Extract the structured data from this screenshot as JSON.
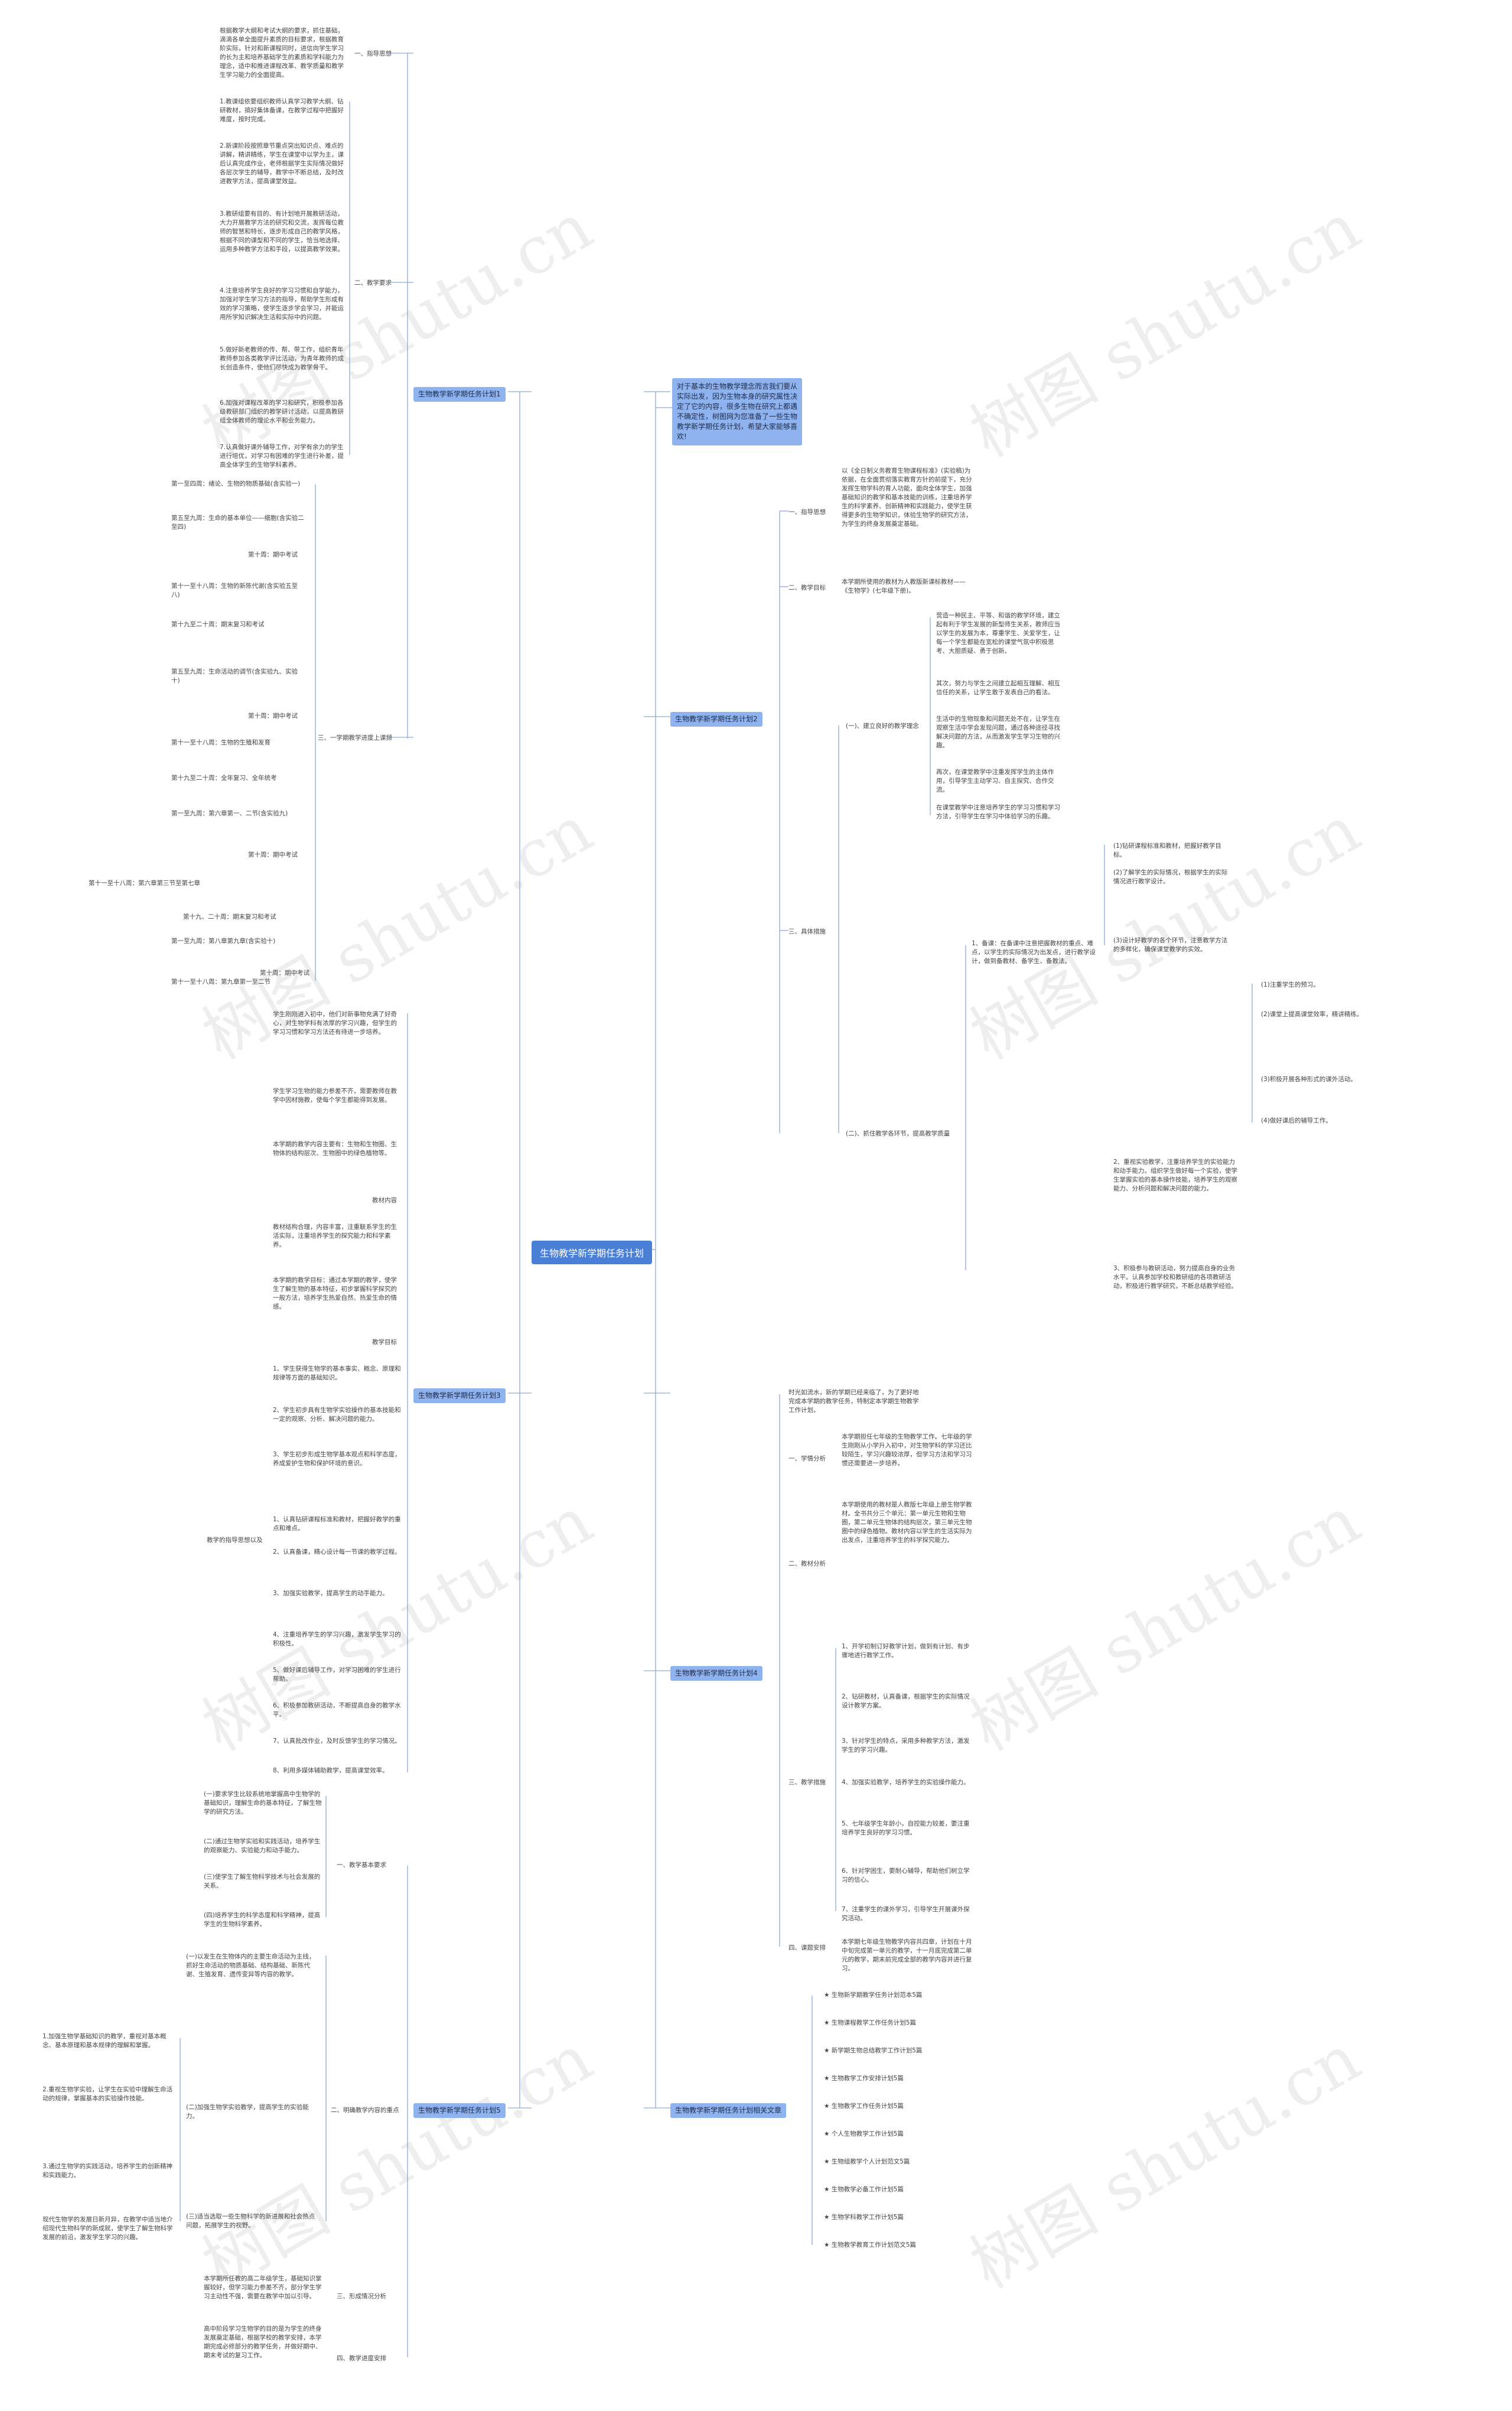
{
  "root": "生物教学新学期任务计划",
  "intro": "对于基本的生物教学理念而言我们要从实际出发，因为生物本身的研究属性决定了它的内容，很多生物在研究上都遇不确定性，树图网为您准备了一些生物教学新学期任务计划，希望大家能够喜欢!",
  "watermark": "树图 shutu.cn",
  "plan1": {
    "title": "生物教学新学期任务计划1",
    "items": [
      {
        "label": "一、指导思想",
        "text": "根据教学大纲和考试大纲的要求，抓住基础，滴滴各单全面提升素质的目标要求，根据教育阶实际，针对和新课程同时，进信向学生学习的长为主和培养基础学生的素质和学科能力为理念，适中和推进课程改革、教学质量和教学生学习能力的全面提高。"
      },
      {
        "label": "二、教学要求",
        "texts": [
          "1.教课组依要组织教师认真学习教学大纲、钻研教材，搞好集体备课，在教学过程中把握好难度，按时完成。",
          "2.新课阶段按照章节重点突出知识点、难点的讲解，精讲精练，学生在课堂中以学为主，课后认真完成作业，老师根据学生实际情况做好各层次学生的辅导，教学中不断总结，及时改进教学方法，提高课堂效益。",
          "3.教研组要有目的、有计划地开展教研活动，大力开展教学方法的研究和交流，发挥每位教师的智慧和特长，逐步形成自己的教学风格，根据不同的课型和不同的学生，恰当地选择、运用多种教学方法和手段，以提高教学效果。",
          "4.注意培养学生良好的学习习惯和自学能力，加强对学生学习方法的指导，帮助学生形成有效的学习策略，使学生逐步学会学习，并能运用所学知识解决生活和实际中的问题。",
          "5.做好新老教师的传、帮、带工作，组织青年教师参加各类教学评比活动，为青年教师的成长创造条件，使他们尽快成为教学骨干。",
          "6.加强对课程改革的学习和研究，积极参加各级教研部门组织的教学研讨活动，以提高教研组全体教师的理论水平和业务能力。",
          "7.认真做好课外辅导工作，对学有余力的学生进行培优，对学习有困难的学生进行补差，提高全体学生的生物学科素养。"
        ]
      },
      {
        "label": "三、一学期教学进度上课频",
        "schedule": [
          "第一至四周：绪论、生物的物质基础(含实验一)",
          "第五至九周：生命的基本单位——细胞(含实验二至四)",
          "第十周：期中考试",
          "第十一至十八周：生物的新陈代谢(含实验五至八)",
          "第十九至二十周：期末复习和考试",
          "第五至九周：生命活动的调节(含实验九、实验十)",
          "第十周：期中考试",
          "第十一至十八周：生物的生殖和发育",
          "第十九至二十周：全年复习、全年统考",
          "第一至九周：第六章第一、二节(含实验九)",
          "第十周：期中考试",
          "第十一至十八周：第六章第三节至第七章",
          "第十九、二十周：期末复习和考试",
          "第一至九周：第八章第九章(含实验十)",
          "第十周：期中考试",
          "第十一至十八周：第九章第一至二节"
        ]
      }
    ]
  },
  "plan2": {
    "title": "生物教学新学期任务计划2",
    "guide": {
      "label": "一、指导思想",
      "text": "以《全日制义务教育生物课程标准》(实验稿)为依据，在全面贯彻落实教育方针的前提下，充分发挥生物学科的育人功能，面向全体学生，加强基础知识的教学和基本技能的训练，注重培养学生的科学素养、创新精神和实践能力，使学生获得更多的生物学知识，体验生物学的研究方法，为学生的终身发展奠定基础。"
    },
    "material": {
      "label": "二、教学目标",
      "text": "本学期所使用的教材为人教版新课标教材——《生物学》(七年级下册)。"
    },
    "measures": {
      "label": "三、具体措施",
      "sub1": {
        "label": "(一)、建立良好的教学理念",
        "texts": [
          "营造一种民主、平等、和谐的教学环境，建立起有利于学生发展的新型师生关系，教师应当以学生的发展为本，尊重学生、关爱学生，让每一个学生都能在宽松的课堂气氛中积极思考、大胆质疑、勇于创新。",
          "其次，努力与学生之间建立起相互理解、相互信任的关系，让学生敢于发表自己的看法。",
          "生活中的生物现象和问题无处不在，让学生在观察生活中学会发现问题，通过各种途径寻找解决问题的方法，从而激发学生学习生物的兴趣。",
          "再次，在课堂教学中注重发挥学生的主体作用，引导学生主动学习、自主探究、合作交流。",
          "在课堂教学中注意培养学生的学习习惯和学习方法，引导学生在学习中体验学习的乐趣。"
        ]
      },
      "sub2": {
        "label": "(二)、抓住教学各环节，提高教学质量",
        "items": [
          {
            "text": "1、备课：在备课中注意把握教材的重点、难点，以学生的实际情况为出发点，进行教学设计，做到备教材、备学生、备教法。",
            "subs": [
              "(1)钻研课程标准和教材，把握好教学目标。",
              "(2)了解学生的实际情况，根据学生的实际情况进行教学设计。",
              "(3)设计好教学的各个环节，注意教学方法的多样化，确保课堂教学的实效。"
            ]
          },
          {
            "text": "",
            "subs": [
              "(1)注重学生的预习。",
              "(2)课堂上提高课堂效率，精讲精练。",
              "(3)积极开展各种形式的课外活动。",
              "(4)做好课后的辅导工作。"
            ]
          },
          {
            "text": "2、重视实验教学，注重培养学生的实验能力和动手能力。组织学生做好每一个实验，使学生掌握实验的基本操作技能，培养学生的观察能力、分析问题和解决问题的能力。",
            "subs": []
          },
          {
            "text": "3、积极参与教研活动，努力提高自身的业务水平。认真参加学校和教研组的各项教研活动，积极进行教学研究，不断总结教学经验。",
            "subs": []
          }
        ]
      }
    }
  },
  "plan3": {
    "title": "生物教学新学期任务计划3",
    "items": [
      "学生刚刚进入初中，他们对新事物充满了好奇心，对生物学科有浓厚的学习兴趣，但学生的学习习惯和学习方法还有待进一步培养。",
      "学生学习生物的能力参差不齐，需要教师在教学中因材施教，使每个学生都能得到发展。",
      "本学期的教学内容主要有：生物和生物圈、生物体的结构层次、生物圈中的绿色植物等。",
      "教材内容",
      "教材结构合理，内容丰富，注重联系学生的生活实际，注重培养学生的探究能力和科学素养。",
      "本学期的教学目标：通过本学期的教学，使学生了解生物的基本特征，初步掌握科学探究的一般方法，培养学生热爱自然、热爱生命的情感。",
      "教学目标",
      "1、学生获得生物学的基本事实、概念、原理和规律等方面的基础知识。",
      "2、学生初步具有生物学实验操作的基本技能和一定的观察、分析、解决问题的能力。",
      "3、学生初步形成生物学基本观点和科学态度，养成爱护生物和保护环境的意识。"
    ],
    "measures_label": "教学的指导思想以及",
    "measures": [
      "1、认真钻研课程标准和教材，把握好教学的重点和难点。",
      "2、认真备课，精心设计每一节课的教学过程。",
      "3、加强实验教学，提高学生的动手能力。",
      "4、注重培养学生的学习兴趣，激发学生学习的积极性。",
      "5、做好课后辅导工作，对学习困难的学生进行帮助。",
      "6、积极参加教研活动，不断提高自身的教学水平。",
      "7、认真批改作业，及时反馈学生的学习情况。",
      "8、利用多媒体辅助教学，提高课堂效率。"
    ]
  },
  "plan4": {
    "title": "生物教学新学期任务计划4",
    "intro": "时光如流水，新的学期已经来临了，为了更好地完成本学期的教学任务，特制定本学期生物教学工作计划。",
    "items": [
      {
        "label": "一、学情分析",
        "text": "本学期担任七年级的生物教学工作。七年级的学生刚刚从小学升入初中，对生物学科的学习还比较陌生，学习兴趣较浓厚，但学习方法和学习习惯还需要进一步培养。"
      },
      {
        "label": "二、教材分析",
        "text": "本学期使用的教材是人教版七年级上册生物学教材。全书共分三个单元：第一单元生物和生物圈，第二单元生物体的结构层次，第三单元生物圈中的绿色植物。教材内容以学生的生活实际为出发点，注重培养学生的科学探究能力。"
      },
      {
        "label": "三、教学措施",
        "texts": [
          "1、开学初制订好教学计划，做到有计划、有步骤地进行教学工作。",
          "2、钻研教材，认真备课，根据学生的实际情况设计教学方案。",
          "3、针对学生的特点，采用多种教学方法，激发学生的学习兴趣。",
          "4、加强实验教学，培养学生的实验操作能力。",
          "5、七年级学生年龄小，自控能力较差，要注重培养学生良好的学习习惯。",
          "6、针对学困生，要耐心辅导，帮助他们树立学习的信心。",
          "7、注重学生的课外学习，引导学生开展课外探究活动。"
        ]
      },
      {
        "label": "四、课题安排",
        "text": "本学期七年级生物教学内容共四章，计划在十月中旬完成第一单元的教学，十一月底完成第二单元的教学，期末前完成全部的教学内容并进行复习。"
      }
    ]
  },
  "plan5": {
    "title": "生物教学新学期任务计划相关文章",
    "links": [
      "★ 生物新学期教学任务计划范本5篇",
      "★ 生物课程教学工作任务计划5篇",
      "★ 新学期生物总结教学工作计划5篇",
      "★ 生物教学工作安排计划5篇",
      "★ 生物教学工作任务计划5篇",
      "★ 个人生物教学工作计划5篇",
      "★ 生物组教学个人计划范文5篇",
      "★ 生物教学必备工作计划5篇",
      "★ 生物学科教学工作计划5篇",
      "★ 生物教学教育工作计划范文5篇"
    ]
  },
  "plan6": {
    "title": "生物教学新学期任务计划5",
    "items": [
      {
        "label": "一、教学基本要求",
        "texts": [
          "(一)要求学生比较系统地掌握高中生物学的基础知识，理解生命的基本特征，了解生物学的研究方法。",
          "(二)通过生物学实验和实践活动，培养学生的观察能力、实验能力和动手能力。",
          "(三)使学生了解生物科学技术与社会发展的关系。",
          "(四)培养学生的科学态度和科学精神，提高学生的生物科学素养。"
        ]
      },
      {
        "label": "二、明确教学内容的重点",
        "texts": [
          "(一)以发生在生物体内的主要生命活动为主线，抓好生命活动的物质基础、结构基础、新陈代谢、生殖发育、遗传变异等内容的教学。",
          "(二)加强生物学实验教学，提高学生的实验能力。",
          "(三)适当选取一些生物科学的新进展和社会热点问题，拓展学生的视野。"
        ],
        "details": [
          "1.加强生物学基础知识的教学，重视对基本概念、基本原理和基本规律的理解和掌握。",
          "2.重视生物学实验，让学生在实验中理解生命活动的规律，掌握基本的实验操作技能。",
          "3.通过生物学的实践活动，培养学生的创新精神和实践能力。",
          "现代生物学的发展日新月异，在教学中适当地介绍现代生物科学的新成就，使学生了解生物科学发展的前沿，激发学生学习的兴趣。"
        ]
      },
      {
        "label": "三、形成情况分析",
        "text": "本学期所任教的高二年级学生，基础知识掌握较好，但学习能力参差不齐，部分学生学习主动性不强，需要在教学中加以引导。"
      },
      {
        "label": "四、教学进度安排",
        "text": "高中阶段学习生物学的目的是为学生的终身发展奠定基础，根据学校的教学安排，本学期完成必修部分的教学任务，并做好期中、期末考试的复习工作。"
      }
    ]
  }
}
